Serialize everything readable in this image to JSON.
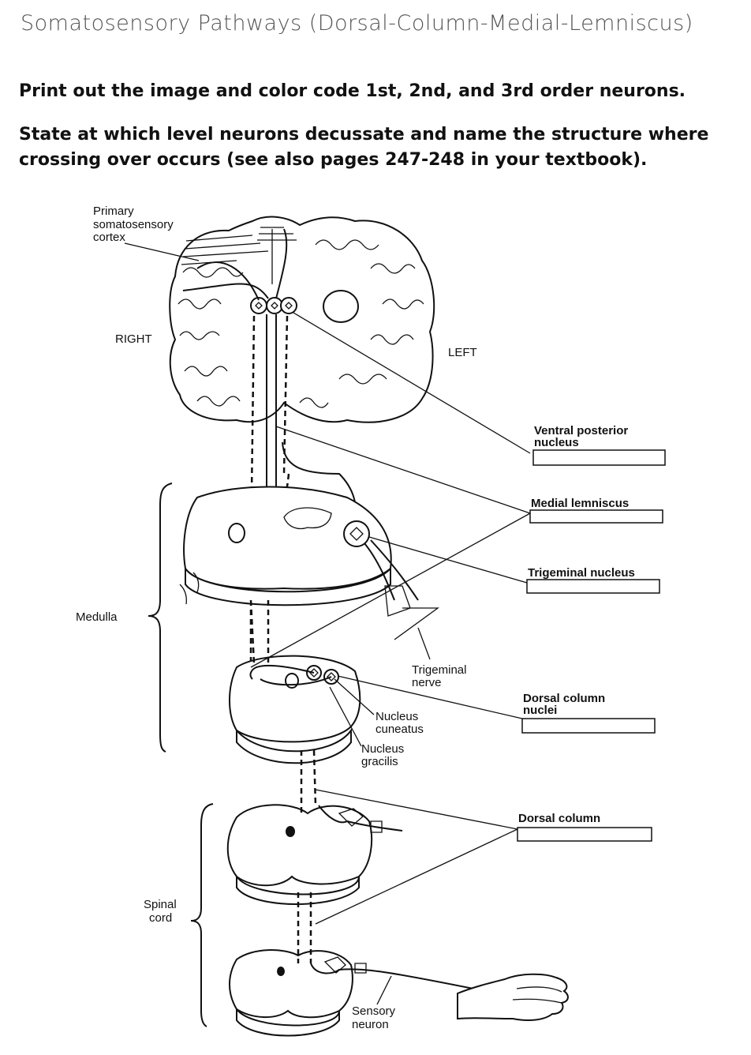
{
  "page": {
    "title": "Somatosensory Pathways (Dorsal-Column-Medial-Lemniscus)",
    "instruction_1": "Print out the image and color code 1st, 2nd, and 3rd order neurons.",
    "instruction_2": "State at which level neurons decussate and name the structure where crossing over occurs (see also pages 247-248 in your textbook)."
  },
  "diagram": {
    "labels": {
      "primary_cortex_line1": "Primary",
      "primary_cortex_line2": "somatosensory",
      "primary_cortex_line3": "cortex",
      "right": "RIGHT",
      "left": "LEFT",
      "medulla": "Medulla",
      "spinal_cord_line1": "Spinal",
      "spinal_cord_line2": "cord",
      "trigeminal_nerve_line1": "Trigeminal",
      "trigeminal_nerve_line2": "nerve",
      "nucleus_cuneatus_line1": "Nucleus",
      "nucleus_cuneatus_line2": "cuneatus",
      "nucleus_gracilis_line1": "Nucleus",
      "nucleus_gracilis_line2": "gracilis",
      "sensory_neuron_line1": "Sensory",
      "sensory_neuron_line2": "neuron"
    },
    "answer_boxes": {
      "ventral_posterior_line1": "Ventral posterior",
      "ventral_posterior_line2": "nucleus",
      "medial_lemniscus": "Medial lemniscus",
      "trigeminal_nucleus": "Trigeminal nucleus",
      "dorsal_column_nuclei_line1": "Dorsal column",
      "dorsal_column_nuclei_line2": "nuclei",
      "dorsal_column": "Dorsal column"
    }
  }
}
